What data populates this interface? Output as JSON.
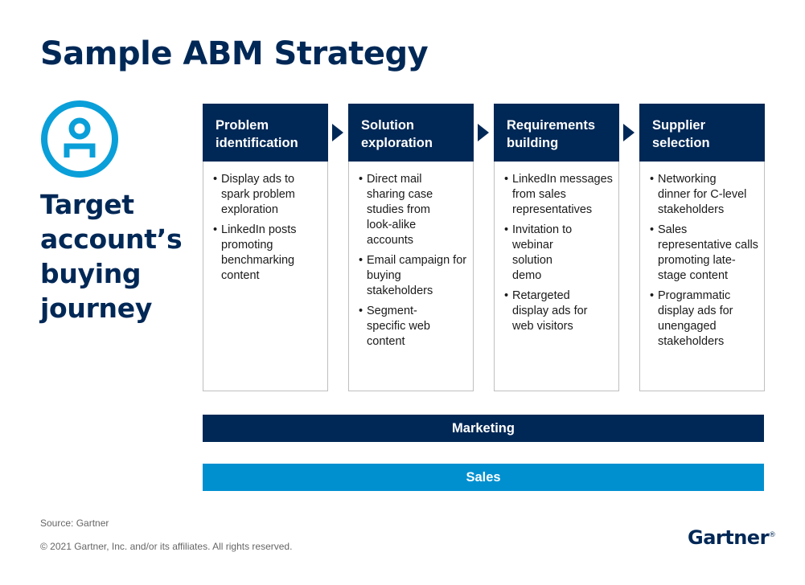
{
  "title": "Sample ABM Strategy",
  "subtitle": "Target account’s buying journey",
  "icon": "person-icon",
  "colors": {
    "navy": "#002856",
    "blue": "#0090d0",
    "accent_icon": "#0a9fd8"
  },
  "stages": [
    {
      "name": "Problem identification",
      "items": [
        "Display ads to spark problem exploration",
        "LinkedIn posts promoting benchmarking content"
      ]
    },
    {
      "name": "Solution exploration",
      "items": [
        "Direct mail sharing case studies from look-alike accounts",
        "Email campaign for buying stakeholders",
        "Segment-specific web content"
      ]
    },
    {
      "name": "Requirements building",
      "items": [
        "LinkedIn messages from sales representatives",
        "Invitation to webinar solution demo",
        "Retargeted display ads for web visitors"
      ]
    },
    {
      "name": "Supplier selection",
      "items": [
        "Networking dinner for C-level stakeholders",
        "Sales representative calls promoting late-stage content",
        "Programmatic display ads for unengaged stakeholders"
      ]
    }
  ],
  "bars": {
    "marketing": "Marketing",
    "sales": "Sales"
  },
  "footer": {
    "source": "Source: Gartner",
    "copyright": "© 2021 Gartner, Inc. and/or its affiliates. All rights reserved.",
    "logo": "Gartner",
    "logo_mark": "®"
  }
}
